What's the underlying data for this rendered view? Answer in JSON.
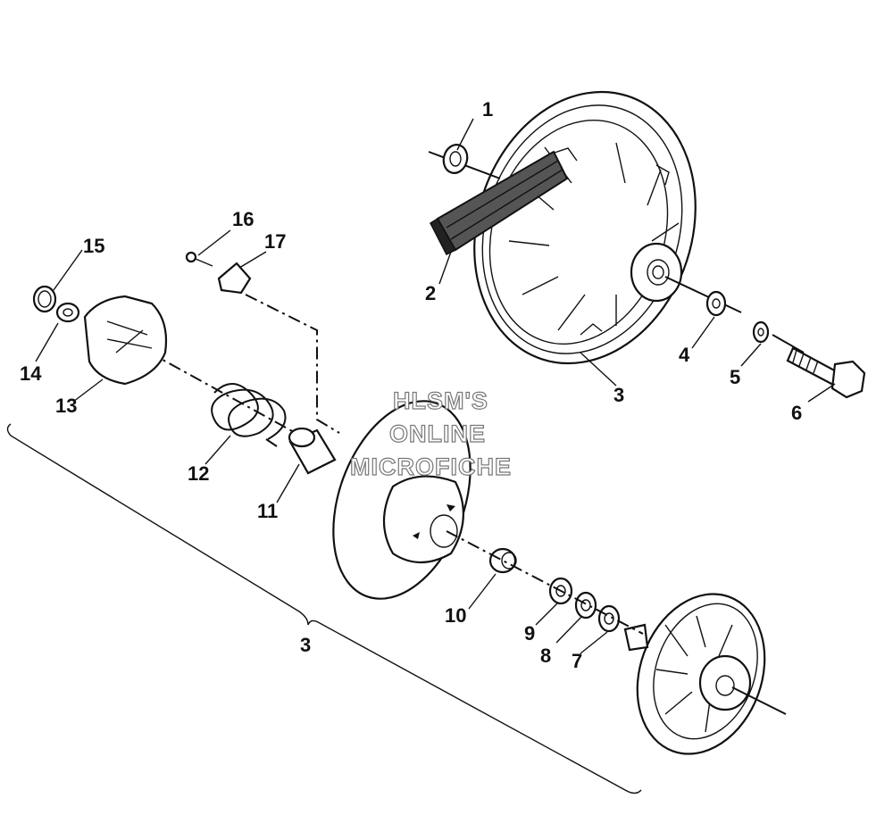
{
  "diagram": {
    "callouts": [
      {
        "id": "c1",
        "text": "1"
      },
      {
        "id": "c2",
        "text": "2"
      },
      {
        "id": "c3a",
        "text": "3"
      },
      {
        "id": "c4",
        "text": "4"
      },
      {
        "id": "c5",
        "text": "5"
      },
      {
        "id": "c6",
        "text": "6"
      },
      {
        "id": "c7",
        "text": "7"
      },
      {
        "id": "c8",
        "text": "8"
      },
      {
        "id": "c9",
        "text": "9"
      },
      {
        "id": "c10",
        "text": "10"
      },
      {
        "id": "c11",
        "text": "11"
      },
      {
        "id": "c12",
        "text": "12"
      },
      {
        "id": "c13",
        "text": "13"
      },
      {
        "id": "c14",
        "text": "14"
      },
      {
        "id": "c15",
        "text": "15"
      },
      {
        "id": "c16",
        "text": "16"
      },
      {
        "id": "c17",
        "text": "17"
      },
      {
        "id": "c3b",
        "text": "3"
      }
    ],
    "watermark": [
      "HLSM'S",
      "ONLINE",
      "MICROFICHE"
    ]
  }
}
